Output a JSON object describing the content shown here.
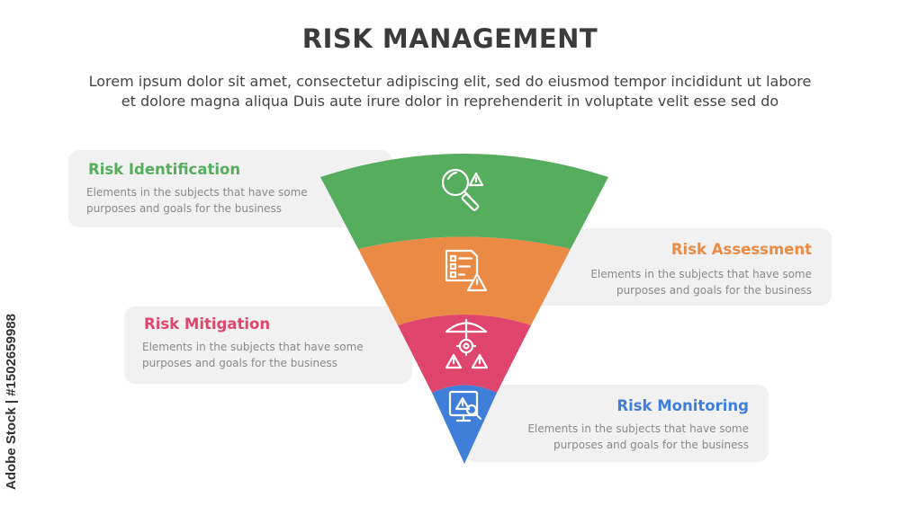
{
  "header": {
    "title": "RISK MANAGEMENT",
    "subtitle_line1": "Lorem ipsum dolor sit amet, consectetur adipiscing elit, sed do eiusmod tempor incididunt ut labore",
    "subtitle_line2": "et dolore magna aliqua Duis aute irure dolor in reprehenderit in voluptate velit esse sed do"
  },
  "stages": [
    {
      "title": "Risk Identification",
      "desc_line1": "Elements in the subjects that have some",
      "desc_line2": "purposes and goals for the  business",
      "color": "#57ad5e",
      "icon": "magnifier-warning-icon"
    },
    {
      "title": "Risk Assessment",
      "desc_line1": "Elements in the subjects that have some",
      "desc_line2": "purposes and goals for the  business",
      "color": "#ea8a44",
      "icon": "checklist-warning-icon"
    },
    {
      "title": "Risk Mitigation",
      "desc_line1": "Elements in the subjects that have some",
      "desc_line2": "purposes and goals for the  business",
      "color": "#e0456e",
      "icon": "umbrella-gear-warning-icon"
    },
    {
      "title": "Risk Monitoring",
      "desc_line1": "Elements in the subjects that have some",
      "desc_line2": "purposes and goals for the  business",
      "color": "#3f7fd9",
      "icon": "monitor-warning-icon"
    }
  ],
  "watermark": {
    "side_text": "Adobe Stock | #1502659988"
  }
}
